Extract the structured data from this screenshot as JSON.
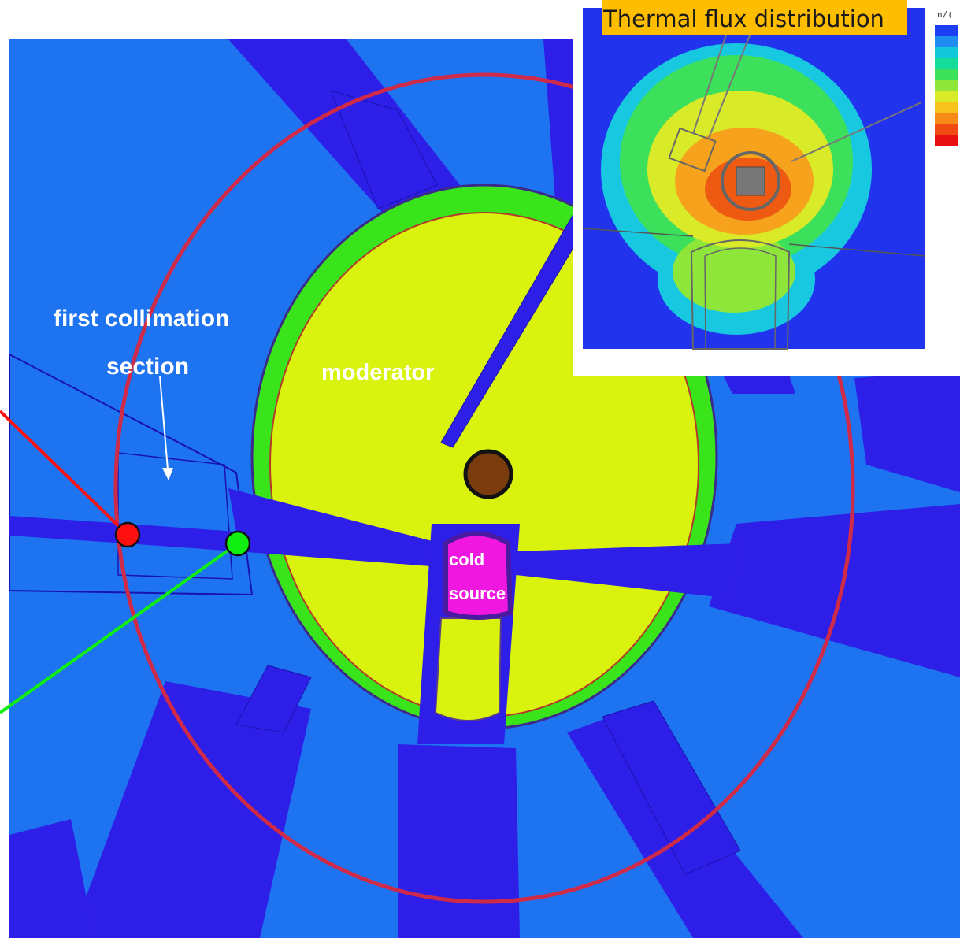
{
  "labels": {
    "collimation_line1": "first collimation",
    "collimation_line2": "section",
    "moderator": "moderator",
    "cold_line1": "cold",
    "cold_line2": "source"
  },
  "inset": {
    "title": "Thermal  flux distribution",
    "scale_unit": "n/(",
    "scale_colors": [
      "#1d3ef0",
      "#1e8cf0",
      "#12c8d8",
      "#16dc9a",
      "#3ce05a",
      "#8fe63a",
      "#d8ea28",
      "#f6c21c",
      "#f68a16",
      "#ef4a12",
      "#e81010"
    ]
  },
  "colors": {
    "outer_shield": "#1e73f0",
    "beam_tube": "#2e1fe8",
    "vessel_ring": "#cf2a48",
    "moderator_fill": "#d9f20e",
    "reflector_ring": "#39e51a",
    "core": "#7a3c0c",
    "cold_source": "#f018e0",
    "marker_red": "#ff1010",
    "marker_green": "#10ef10",
    "title_bg": "#ffbd00"
  }
}
